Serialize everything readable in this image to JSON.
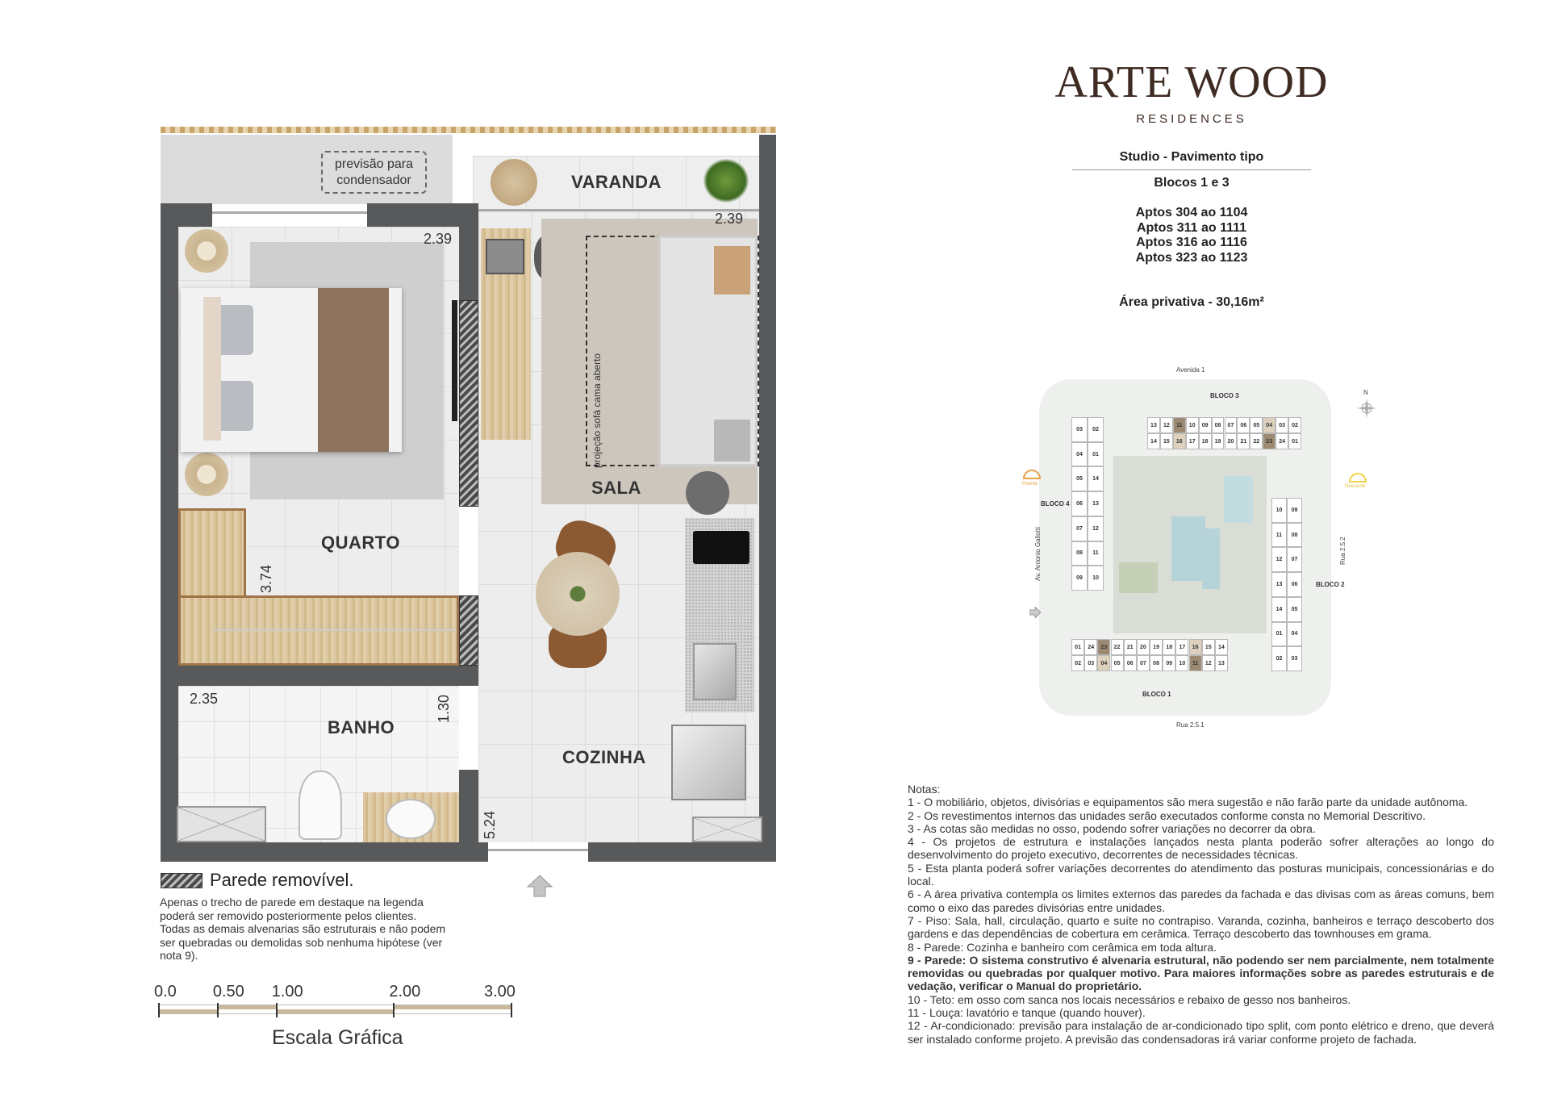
{
  "brand": {
    "name": "ARTE WOOD",
    "sub": "RESIDENCES",
    "color": "#3e2b22"
  },
  "info": {
    "title": "Studio - Pavimento tipo",
    "blocks": "Blocos 1 e 3",
    "aptos": [
      "Aptos 304 ao 1104",
      "Aptos 311 ao 1111",
      "Aptos 316 ao 1116",
      "Aptos 323 ao 1123"
    ],
    "area": "Área privativa - 30,16m²"
  },
  "plan": {
    "condensador": [
      "previsão para",
      "condensador"
    ],
    "rooms": {
      "varanda": "VARANDA",
      "sala": "SALA",
      "quarto": "QUARTO",
      "banho": "BANHO",
      "cozinha": "COZINHA"
    },
    "dims": {
      "quarto_w": "2.39",
      "sala_w": "2.39",
      "quarto_h": "3.74",
      "banho_w": "2.35",
      "banho_h": "1.30",
      "total_h": "5.24"
    },
    "sofa_note": "projeção sofá cama aberto"
  },
  "legend": {
    "title": "Parede removível.",
    "text": "Apenas o trecho de parede em destaque na legenda poderá ser removido posteriormente pelos clientes. Todas as demais alvenarias são estruturais e não podem ser quebradas ou demolidas sob nenhuma hipótese (ver nota 9)."
  },
  "scale": {
    "ticks": [
      0,
      0.5,
      1,
      2,
      3
    ],
    "labels": [
      "0.0",
      "0.50",
      "1.00",
      "2.00",
      "3.00"
    ],
    "title": "Escala Gráfica",
    "color": "#c8b99a"
  },
  "site": {
    "streets": {
      "top": "Avenida 1",
      "bottom": "Rua 2.5.1",
      "right": "Rua 2.5.2",
      "left": "Av. Antonio Gallotti"
    },
    "sun": {
      "west": "Poente",
      "east": "Nascente"
    },
    "north": "N",
    "blocks": {
      "b3": {
        "label": "BLOCO 3",
        "top": [
          "13",
          "12",
          "11",
          "10",
          "09",
          "08",
          "07",
          "06",
          "05",
          "04",
          "03",
          "02"
        ],
        "bottom": [
          "14",
          "15",
          "16",
          "17",
          "18",
          "19",
          "20",
          "21",
          "22",
          "23",
          "24",
          "01"
        ]
      },
      "b1": {
        "label": "BLOCO 1",
        "top": [
          "01",
          "24",
          "23",
          "22",
          "21",
          "20",
          "19",
          "18",
          "17",
          "16",
          "15",
          "14"
        ],
        "bottom": [
          "02",
          "03",
          "04",
          "05",
          "06",
          "07",
          "08",
          "09",
          "10",
          "11",
          "12",
          "13"
        ]
      },
      "b4": {
        "label": "BLOCO 4",
        "left": [
          "03",
          "04",
          "05",
          "06",
          "07",
          "08",
          "09"
        ],
        "right": [
          "02",
          "01",
          "14",
          "13",
          "12",
          "11",
          "10"
        ]
      },
      "b2": {
        "label": "BLOCO 2",
        "left": [
          "10",
          "11",
          "12",
          "13",
          "14",
          "01",
          "02"
        ],
        "right": [
          "09",
          "08",
          "07",
          "06",
          "05",
          "04",
          "03"
        ]
      }
    },
    "highlight_dark": [
      "11",
      "23"
    ],
    "highlight_light": [
      "04",
      "16"
    ]
  },
  "notes": {
    "title": "Notas:",
    "items": [
      "1 - O mobiliário, objetos, divisórias e equipamentos são mera sugestão e não farão parte da unidade autônoma.",
      "2 - Os revestimentos internos das unidades serão executados conforme consta no Memorial Descritivo.",
      "3 - As cotas são medidas no osso, podendo sofrer variações no decorrer da obra.",
      "4 - Os projetos de estrutura e instalações lançados nesta planta poderão sofrer alterações ao longo do desenvolvimento do projeto executivo, decorrentes de necessidades técnicas.",
      "5 - Esta planta poderá sofrer variações  decorrentes do atendimento das posturas municipais, concessionárias e do local.",
      "6 - A área privativa contempla os  limites externos das  paredes da fachada e das divisas com as áreas comuns, bem como o eixo das paredes divisórias entre unidades.",
      "7 - Piso: Sala, hall, circulação, quarto e suíte  no contrapiso.  Varanda, cozinha, banheiros e terraço  descoberto dos gardens e das dependências de cobertura em cerâmica. Terraço descoberto das townhouses em grama.",
      "8 - Parede: Cozinha e banheiro com cerâmica em toda altura.",
      "9 - Parede: O sistema construtivo é alvenaria estrutural, não podendo ser nem parcialmente, nem totalmente removidas ou quebradas por qualquer motivo. Para maiores informações sobre as paredes estruturais e de vedação, verificar o Manual do proprietário.",
      "10 - Teto: em osso com sanca nos locais necessários e rebaixo de gesso nos banheiros.",
      "11 - Louça: lavatório e tanque (quando houver).",
      "12 - Ar-condicionado: previsão para instalação de ar-condicionado tipo split, com ponto elétrico e dreno, que deverá ser instalado conforme projeto. A previsão das condensadoras irá variar conforme projeto de fachada."
    ]
  }
}
